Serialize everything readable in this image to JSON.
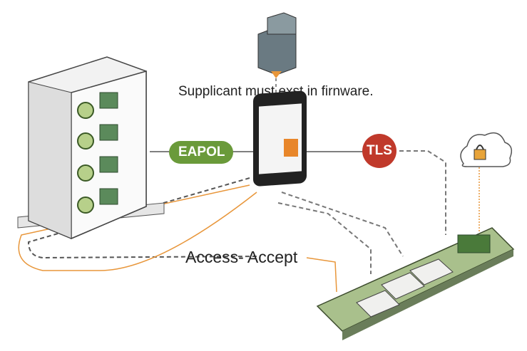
{
  "caption": "Supplicant must exst in firnware.",
  "eapol_label": "EAPOL",
  "tls_label": "TLS",
  "access_label": "Access- Accept",
  "colors": {
    "eapol": "#6a9a3a",
    "tls": "#c0392b",
    "orange": "#e8963a",
    "board": "#a9c08c",
    "dash": "#666666"
  }
}
